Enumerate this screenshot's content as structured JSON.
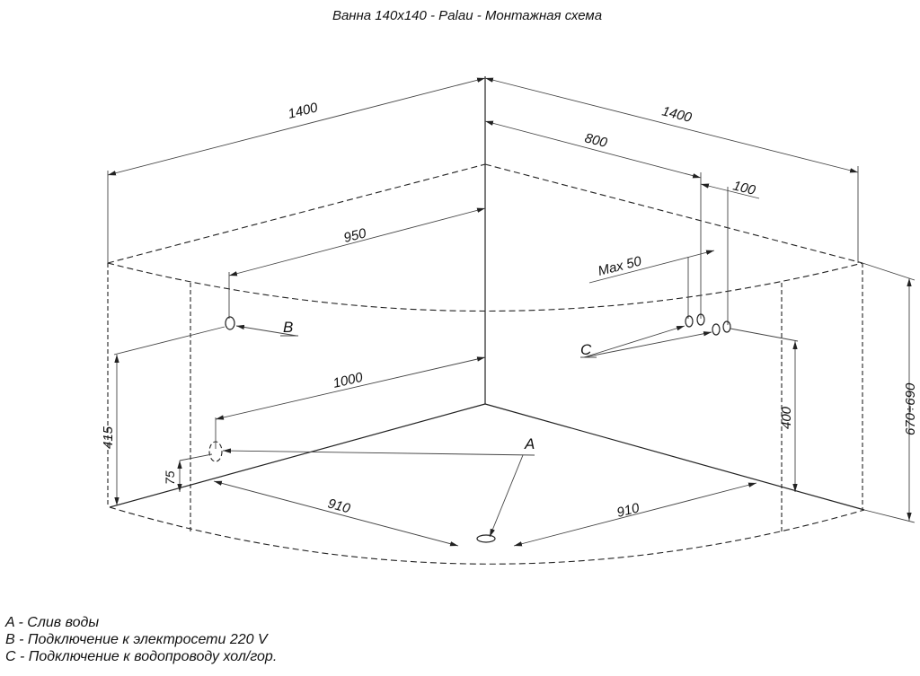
{
  "title": "Ванна 140x140 - Palau - Монтажная схема",
  "dimensions": {
    "width_left": "1400",
    "width_right": "1400",
    "d950": "950",
    "d800": "800",
    "d100": "100",
    "max50": "Max  50",
    "d1000": "1000",
    "d415": "415",
    "d75": "75",
    "d910_left": "910",
    "d910_right": "910",
    "d400": "400",
    "height": "670÷690"
  },
  "labels": {
    "a": "A",
    "b": "B",
    "c": "C"
  },
  "legend": [
    "A - Слив воды",
    "B - Подключение к электросети 220 V",
    "C - Подключение к водопроводу хол/гор."
  ]
}
